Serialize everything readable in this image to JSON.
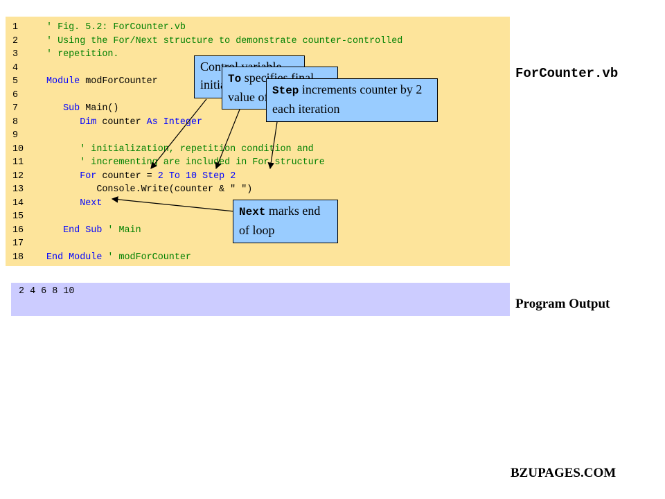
{
  "code": {
    "lines": [
      {
        "num": "1",
        "tokens": [
          {
            "t": "' Fig. 5.2: ForCounter.vb",
            "c": "cm"
          }
        ]
      },
      {
        "num": "2",
        "tokens": [
          {
            "t": "' Using the For/Next structure to demonstrate counter-controlled",
            "c": "cm"
          }
        ]
      },
      {
        "num": "3",
        "tokens": [
          {
            "t": "' repetition.",
            "c": "cm"
          }
        ]
      },
      {
        "num": "4",
        "tokens": []
      },
      {
        "num": "5",
        "tokens": [
          {
            "t": "Module",
            "c": "kw"
          },
          {
            "t": " modForCounter",
            "c": "tx"
          }
        ]
      },
      {
        "num": "6",
        "tokens": []
      },
      {
        "num": "7",
        "tokens": [
          {
            "t": "   ",
            "c": "tx"
          },
          {
            "t": "Sub",
            "c": "kw"
          },
          {
            "t": " Main()",
            "c": "tx"
          }
        ]
      },
      {
        "num": "8",
        "tokens": [
          {
            "t": "      ",
            "c": "tx"
          },
          {
            "t": "Dim",
            "c": "kw"
          },
          {
            "t": " counter ",
            "c": "tx"
          },
          {
            "t": "As Integer",
            "c": "kw"
          }
        ]
      },
      {
        "num": "9",
        "tokens": []
      },
      {
        "num": "10",
        "tokens": [
          {
            "t": "      ",
            "c": "tx"
          },
          {
            "t": "' initialization, repetition condition and",
            "c": "cm"
          }
        ]
      },
      {
        "num": "11",
        "tokens": [
          {
            "t": "      ",
            "c": "tx"
          },
          {
            "t": "' incrementing are included in For structure",
            "c": "cm"
          }
        ]
      },
      {
        "num": "12",
        "tokens": [
          {
            "t": "      ",
            "c": "tx"
          },
          {
            "t": "For",
            "c": "kw"
          },
          {
            "t": " counter = ",
            "c": "tx"
          },
          {
            "t": "2",
            "c": "kw"
          },
          {
            "t": " ",
            "c": "tx"
          },
          {
            "t": "To",
            "c": "kw"
          },
          {
            "t": " ",
            "c": "tx"
          },
          {
            "t": "10",
            "c": "kw"
          },
          {
            "t": " ",
            "c": "tx"
          },
          {
            "t": "Step",
            "c": "kw"
          },
          {
            "t": " ",
            "c": "tx"
          },
          {
            "t": "2",
            "c": "kw"
          }
        ]
      },
      {
        "num": "13",
        "tokens": [
          {
            "t": "         Console.Write(counter & \" \")",
            "c": "tx"
          }
        ]
      },
      {
        "num": "14",
        "tokens": [
          {
            "t": "      ",
            "c": "tx"
          },
          {
            "t": "Next",
            "c": "kw"
          }
        ]
      },
      {
        "num": "15",
        "tokens": []
      },
      {
        "num": "16",
        "tokens": [
          {
            "t": "   ",
            "c": "tx"
          },
          {
            "t": "End Sub",
            "c": "kw"
          },
          {
            "t": " ' Main",
            "c": "cm"
          }
        ]
      },
      {
        "num": "17",
        "tokens": []
      },
      {
        "num": "18",
        "tokens": [
          {
            "t": "End Module",
            "c": "kw"
          },
          {
            "t": " ' modForCounter",
            "c": "cm"
          }
        ]
      }
    ]
  },
  "output": {
    "text": "2 4 6 8 10"
  },
  "labels": {
    "file": "ForCounter.vb",
    "program_output": "Program Output",
    "site": "BZUPAGES.COM"
  },
  "callouts": {
    "control": {
      "text": "Control variable initialized to 2"
    },
    "to": {
      "keyword": "To",
      "text": " specifies final value of 10"
    },
    "step": {
      "keyword": "Step",
      "text": " increments counter by 2 each iteration"
    },
    "next": {
      "keyword": "Next",
      "text": " marks end of loop"
    }
  },
  "colors": {
    "code_background": "#fde49b",
    "output_background": "#ccccff",
    "callout_background": "#99ccff",
    "keyword": "#0000ff",
    "comment": "#008000"
  }
}
